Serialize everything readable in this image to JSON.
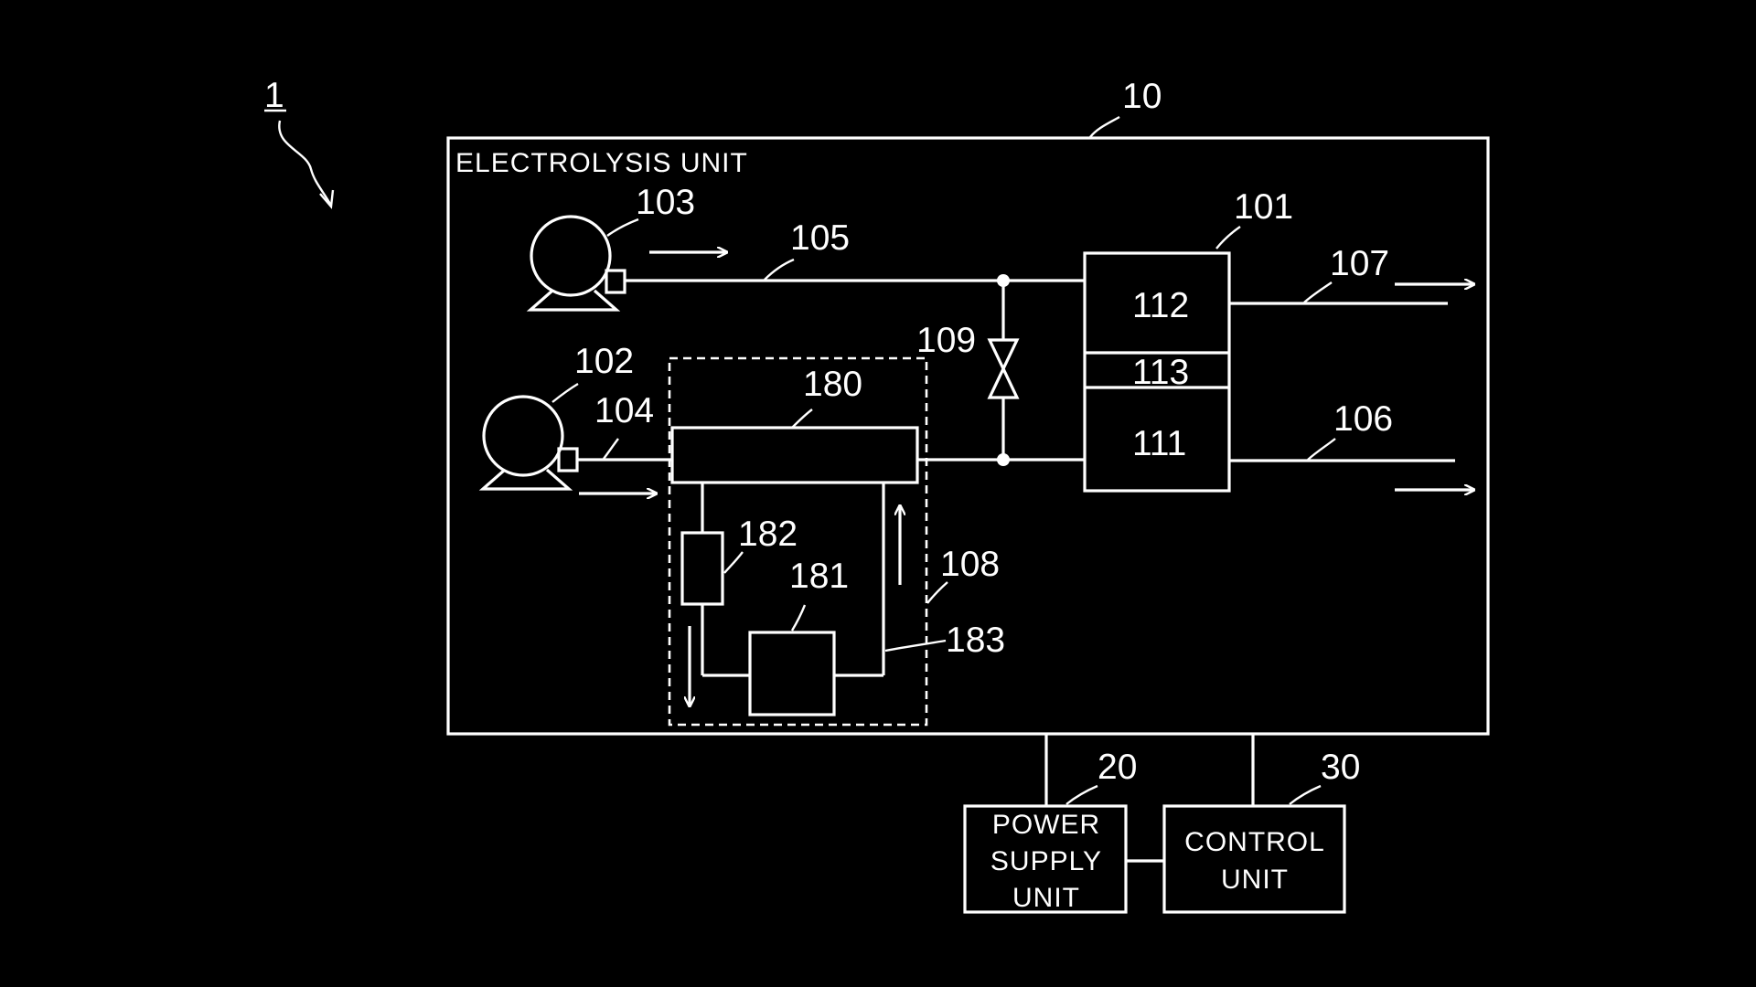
{
  "figure_ref": "1",
  "unit_10": {
    "ref": "10",
    "title": "ELECTROLYSIS UNIT"
  },
  "cell": {
    "ref": "101",
    "upper_chamber": "112",
    "membrane": "113",
    "lower_chamber": "111"
  },
  "pump_gas": {
    "ref": "103"
  },
  "pump_liquid": {
    "ref": "102"
  },
  "pipes": {
    "p105": "105",
    "p104": "104",
    "p107": "107",
    "p106": "106"
  },
  "valve": {
    "ref": "109"
  },
  "subsystem": {
    "ref": "108",
    "tank": "180",
    "filter": "182",
    "pump": "181",
    "return_line": "183"
  },
  "power_supply": {
    "ref": "20",
    "line1": "POWER",
    "line2": "SUPPLY",
    "line3": "UNIT"
  },
  "control": {
    "ref": "30",
    "line1": "CONTROL",
    "line2": "UNIT"
  },
  "colors": {
    "background": "#000000",
    "foreground": "#ffffff"
  }
}
